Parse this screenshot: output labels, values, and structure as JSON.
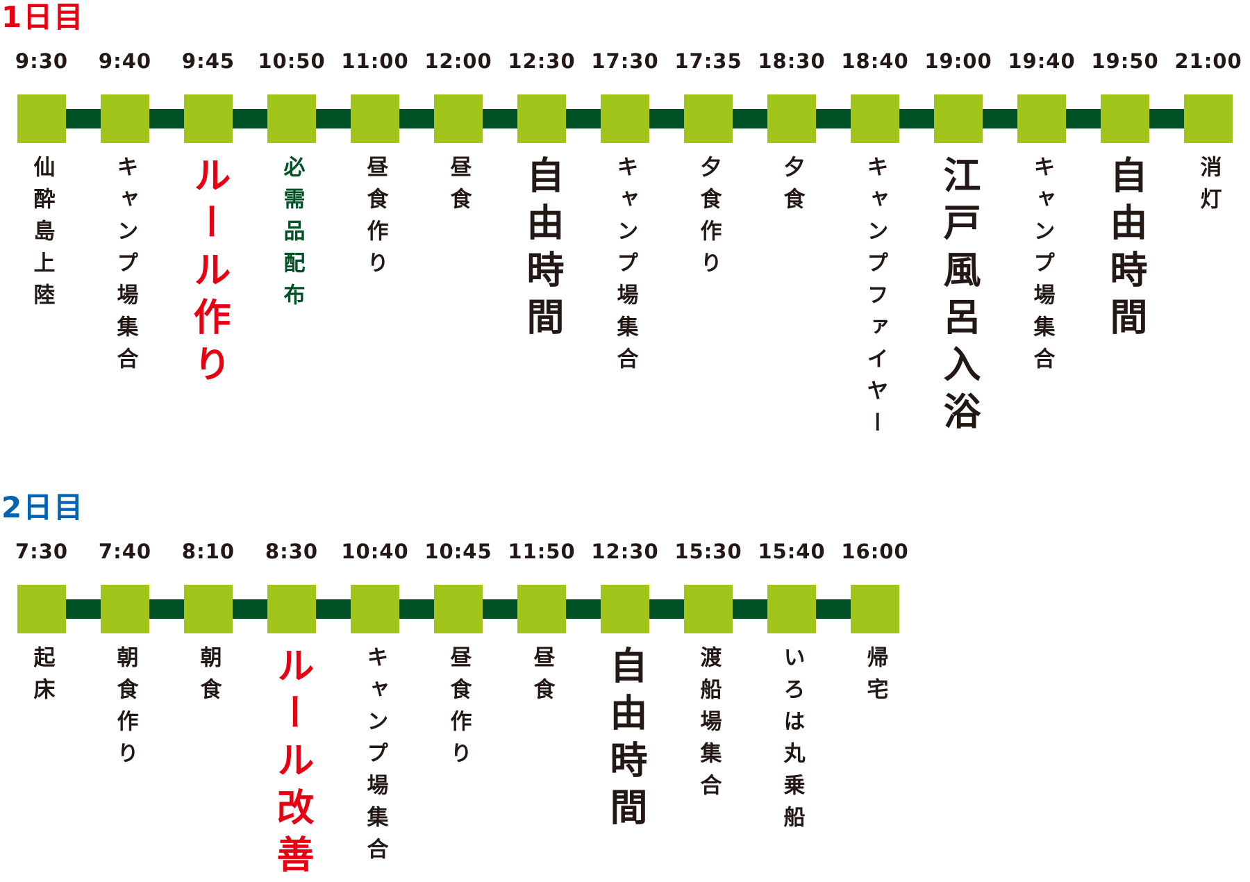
{
  "colors": {
    "day1_title": "#e60012",
    "day2_title": "#0062b0",
    "node": "#a1c51a",
    "line": "#005225",
    "text": "#231815",
    "rule_highlight": "#e60012",
    "supplies_highlight": "#005225"
  },
  "days": [
    {
      "title": "1日目",
      "events": [
        {
          "time": "9:30",
          "label": "仙酔島上陸",
          "style": "normal"
        },
        {
          "time": "9:40",
          "label": "キャンプ場集合",
          "style": "normal"
        },
        {
          "time": "9:45",
          "label": "ルール作り",
          "style": "big-red"
        },
        {
          "time": "10:50",
          "label": "必需品配布",
          "style": "green"
        },
        {
          "time": "11:00",
          "label": "昼食作り",
          "style": "normal"
        },
        {
          "time": "12:00",
          "label": "昼食",
          "style": "normal"
        },
        {
          "time": "12:30",
          "label": "自由時間",
          "style": "big"
        },
        {
          "time": "17:30",
          "label": "キャンプ場集合",
          "style": "normal"
        },
        {
          "time": "17:35",
          "label": "夕食作り",
          "style": "normal"
        },
        {
          "time": "18:30",
          "label": "夕食",
          "style": "normal"
        },
        {
          "time": "18:40",
          "label": "キャンプファイヤー",
          "style": "normal"
        },
        {
          "time": "19:00",
          "label": "江戸風呂入浴",
          "style": "big"
        },
        {
          "time": "19:40",
          "label": "キャンプ場集合",
          "style": "normal"
        },
        {
          "time": "19:50",
          "label": "自由時間",
          "style": "big"
        },
        {
          "time": "21:00",
          "label": "消灯",
          "style": "normal"
        }
      ]
    },
    {
      "title": "2日目",
      "events": [
        {
          "time": "7:30",
          "label": "起床",
          "style": "normal"
        },
        {
          "time": "7:40",
          "label": "朝食作り",
          "style": "normal"
        },
        {
          "time": "8:10",
          "label": "朝食",
          "style": "normal"
        },
        {
          "time": "8:30",
          "label": "ルール改善",
          "style": "big-red"
        },
        {
          "time": "10:40",
          "label": "キャンプ場集合",
          "style": "normal"
        },
        {
          "time": "10:45",
          "label": "昼食作り",
          "style": "normal"
        },
        {
          "time": "11:50",
          "label": "昼食",
          "style": "normal"
        },
        {
          "time": "12:30",
          "label": "自由時間",
          "style": "big"
        },
        {
          "time": "15:30",
          "label": "渡船場集合",
          "style": "normal"
        },
        {
          "time": "15:40",
          "label": "いろは丸乗船",
          "style": "normal"
        },
        {
          "time": "16:00",
          "label": "帰宅",
          "style": "normal"
        }
      ]
    }
  ]
}
